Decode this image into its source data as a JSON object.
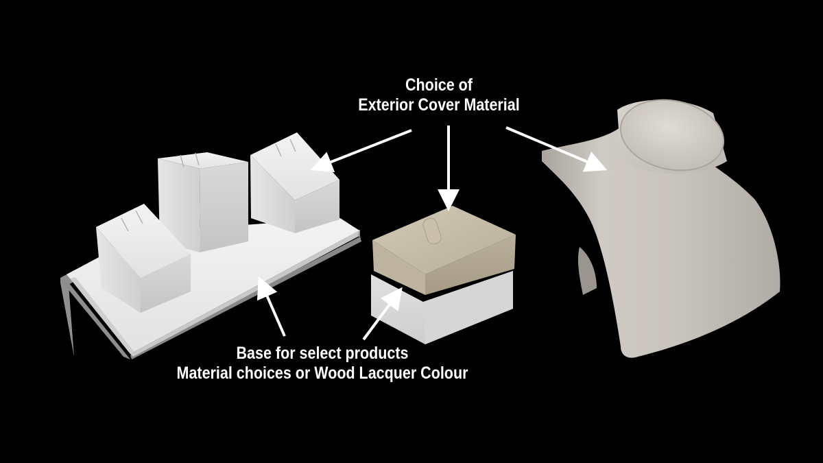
{
  "annotations": {
    "top_label": {
      "line1": "Choice of",
      "line2": "Exterior Cover Material"
    },
    "bottom_label": {
      "line1": "Base for select products",
      "line2": "Material choices or Wood Lacquer Colour"
    }
  },
  "colors": {
    "background": "#000000",
    "text": "#ffffff",
    "arrow": "#ffffff",
    "white_display": "#dcdcdc",
    "champagne_cover": "#b7ad98",
    "silver_bust": "#c9c6c0",
    "grey_base": "#8d8d8d"
  },
  "objects": [
    "three-ring-display-tray",
    "ring-box",
    "necklace-bust"
  ]
}
